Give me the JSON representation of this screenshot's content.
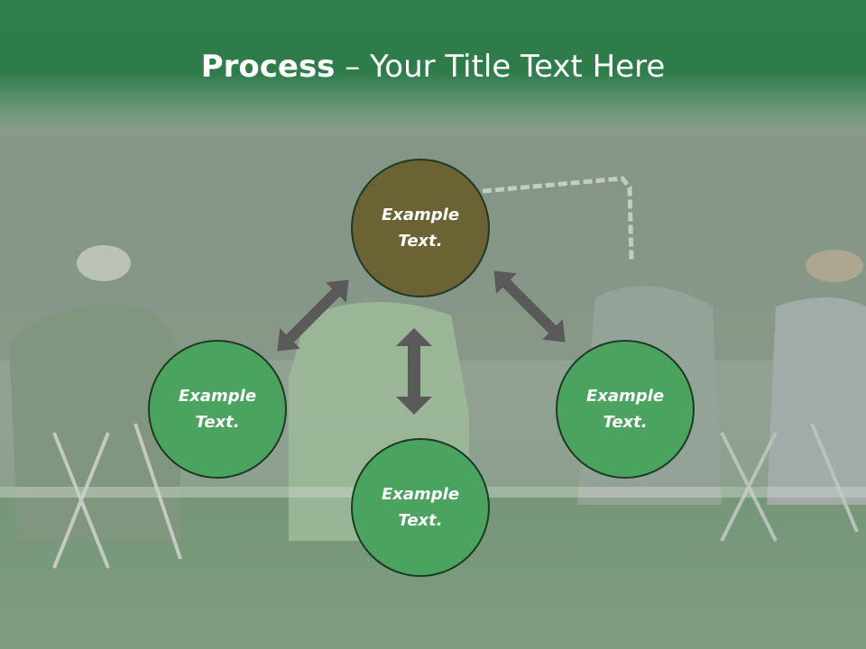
{
  "slide": {
    "title_bold": "Process",
    "title_rest": " – Your Title Text Here"
  },
  "diagram": {
    "nodes": [
      {
        "id": "top",
        "line1": "Example",
        "line2": "Text."
      },
      {
        "id": "left",
        "line1": "Example",
        "line2": "Text."
      },
      {
        "id": "right",
        "line1": "Example",
        "line2": "Text."
      },
      {
        "id": "bottom",
        "line1": "Example",
        "line2": "Text."
      }
    ]
  },
  "colors": {
    "header_green": "#2e7d4a",
    "node_green": "#4aa45f",
    "node_olive": "#6b6333",
    "arrow_gray": "#5a5a5a"
  }
}
